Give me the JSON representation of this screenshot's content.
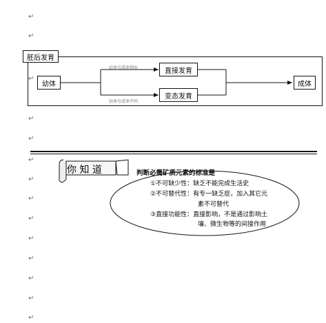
{
  "paragraph_mark": "↵",
  "diagram": {
    "title": "胚后发育",
    "start": "幼体",
    "direct": "直接发育",
    "indirect": "变态发育",
    "end": "成体",
    "note_top": "幼体与成体相似",
    "note_bottom": "幼体与成体不同"
  },
  "callout": {
    "banner": "你 知 道",
    "heading": "判断必需矿质元素的标准是",
    "item1": "①不可缺少性：缺乏不能完成生活史",
    "item2a": "②不可替代性：有专一缺乏症，加入其它元",
    "item2b": "素不可替代",
    "item3a": "③直接功能性：直接影响，不是通过影响土",
    "item3b": "壤、微生物等的间接作用"
  }
}
